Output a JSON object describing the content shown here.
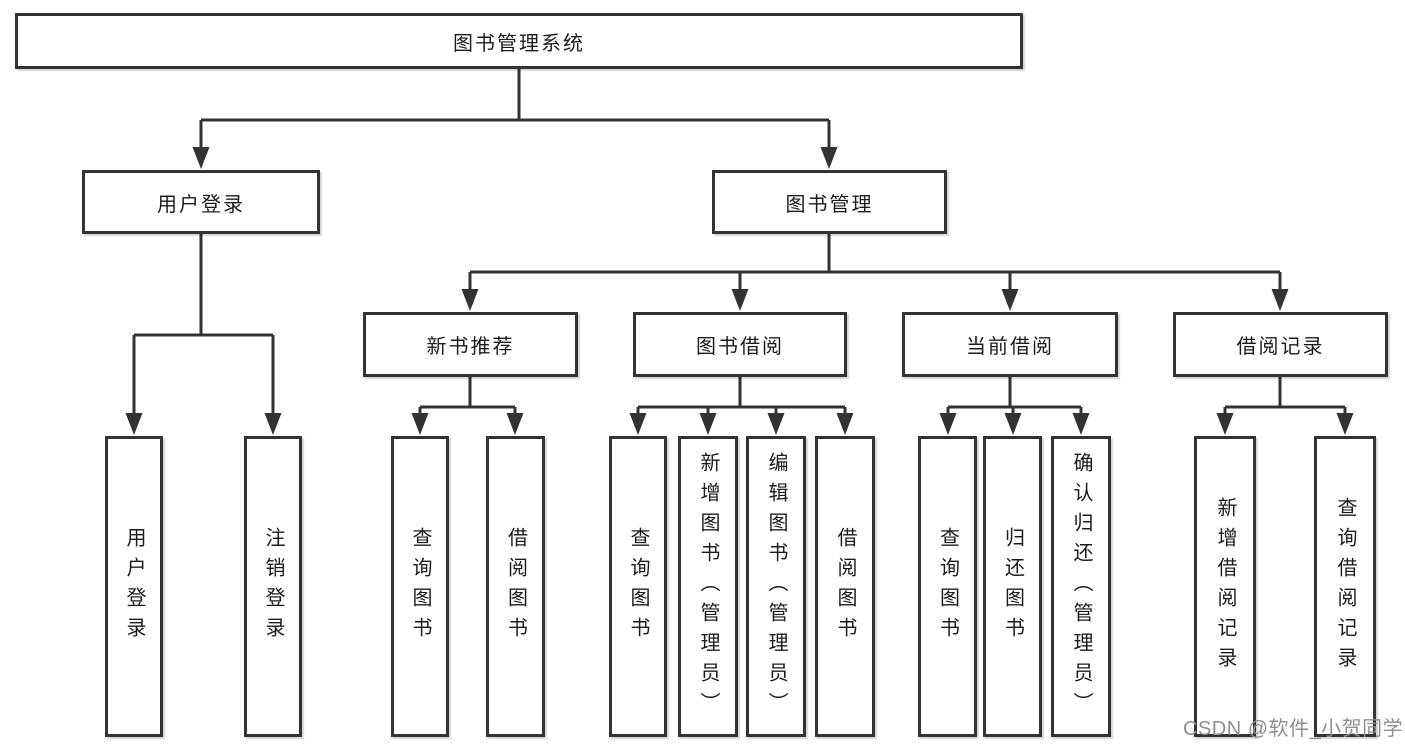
{
  "diagram": {
    "title": "图书管理系统",
    "branches": [
      {
        "label": "用户登录",
        "children": [
          {
            "label": "用户登录"
          },
          {
            "label": "注销登录"
          }
        ]
      },
      {
        "label": "图书管理",
        "children": [
          {
            "label": "新书推荐",
            "children": [
              {
                "label": "查询图书"
              },
              {
                "label": "借阅图书"
              }
            ]
          },
          {
            "label": "图书借阅",
            "children": [
              {
                "label": "查询图书"
              },
              {
                "label": "新增图书（管理员）"
              },
              {
                "label": "编辑图书（管理员）"
              },
              {
                "label": "借阅图书"
              }
            ]
          },
          {
            "label": "当前借阅",
            "children": [
              {
                "label": "查询图书"
              },
              {
                "label": "归还图书"
              },
              {
                "label": "确认归还（管理员）"
              }
            ]
          },
          {
            "label": "借阅记录",
            "children": [
              {
                "label": "新增借阅记录"
              },
              {
                "label": "查询借阅记录"
              }
            ]
          }
        ]
      }
    ]
  },
  "watermark": {
    "text": "CSDN @软件_小贺同学"
  },
  "colors": {
    "line": "#333333",
    "text": "#1c1c1c",
    "background": "#ffffff",
    "watermark": "#8f8f8f"
  }
}
